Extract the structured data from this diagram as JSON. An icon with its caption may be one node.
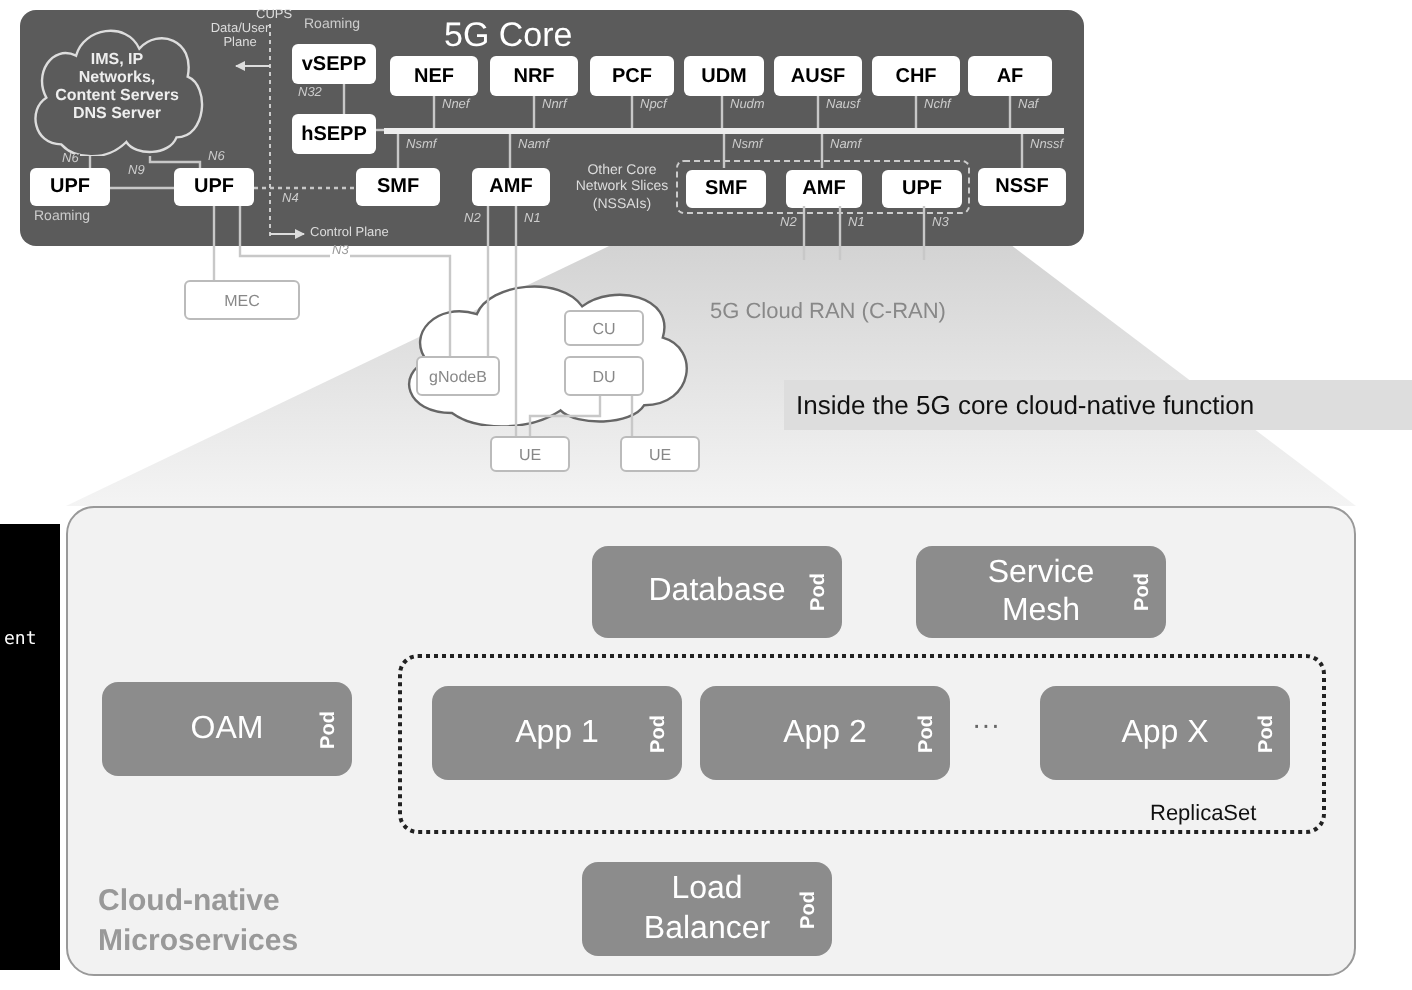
{
  "diagram": {
    "nodes": [
      {
        "text": [
          "5G Core"
        ]
      },
      {
        "text": [
          "IMS, IP Networks, Content Servers DNS Server"
        ],
        "in": 0
      },
      {
        "text": [
          "vSEPP"
        ],
        "in": 0,
        "beside": [
          "Roaming"
        ]
      },
      {
        "text": [
          "hSEPP"
        ],
        "in": 0
      },
      {
        "text": [
          "NEF"
        ],
        "in": 0
      },
      {
        "text": [
          "NRF"
        ],
        "in": 0
      },
      {
        "text": [
          "PCF"
        ],
        "in": 0
      },
      {
        "text": [
          "UDM"
        ],
        "in": 0
      },
      {
        "text": [
          "AUSF"
        ],
        "in": 0
      },
      {
        "text": [
          "CHF"
        ],
        "in": 0
      },
      {
        "text": [
          "AF"
        ],
        "in": 0
      },
      {
        "text": [
          "UPF"
        ],
        "in": 0,
        "beside": [
          "Roaming"
        ]
      },
      {
        "text": [
          "UPF"
        ],
        "in": 0
      },
      {
        "text": [
          "SMF"
        ],
        "in": 0
      },
      {
        "text": [
          "AMF"
        ],
        "in": 0
      },
      {
        "text": [
          "Other Core Network Slices (NSSAIs)"
        ],
        "in": 0
      },
      {
        "text": [
          "SMF"
        ],
        "in": 15
      },
      {
        "text": [
          "AMF"
        ],
        "in": 15
      },
      {
        "text": [
          "UPF"
        ],
        "in": 15
      },
      {
        "text": [
          "NSSF"
        ],
        "in": 0
      },
      {
        "text": [],
        "shape": "bar",
        "in": 0
      },
      {
        "text": [
          "MEC"
        ]
      },
      {
        "text": [
          "5G Cloud RAN (C-RAN)"
        ]
      },
      {
        "text": [
          "gNodeB"
        ],
        "in": 22
      },
      {
        "text": [
          "CU"
        ],
        "in": 22
      },
      {
        "text": [
          "DU"
        ],
        "in": 22
      },
      {
        "text": [
          "UE"
        ]
      },
      {
        "text": [
          "UE"
        ]
      },
      {
        "text": [
          "Inside the 5G core cloud-native function"
        ]
      },
      {
        "text": [
          "Cloud-native Microservices"
        ]
      },
      {
        "text": [
          "OAM",
          "Pod"
        ],
        "in": 29
      },
      {
        "text": [
          "Database",
          "Pod"
        ],
        "in": 29
      },
      {
        "text": [
          "Service Mesh",
          "Pod"
        ],
        "in": 29
      },
      {
        "text": [
          "ReplicaSet"
        ],
        "in": 29
      },
      {
        "text": [
          "App 1",
          "Pod"
        ],
        "in": 33
      },
      {
        "text": [
          "App 2",
          "Pod"
        ],
        "in": 33
      },
      {
        "text": [
          "App X",
          "Pod"
        ],
        "in": 33
      },
      {
        "text": [
          "Load Balancer",
          "Pod"
        ],
        "in": 29
      },
      {
        "text": [
          "ent"
        ]
      }
    ],
    "edges": [
      {
        "from": 1,
        "to": 11,
        "arrow": "none",
        "label": "N6"
      },
      {
        "from": 1,
        "to": 12,
        "arrow": "none",
        "label": "N6"
      },
      {
        "from": 11,
        "to": 12,
        "arrow": "none",
        "label": "N9"
      },
      {
        "from": 12,
        "to": 13,
        "arrow": "none",
        "label": "N4",
        "style": "dashed"
      },
      {
        "from": 2,
        "to": 3,
        "arrow": "none",
        "label": "N32"
      },
      {
        "from": 3,
        "to": 20,
        "arrow": "none"
      },
      {
        "from": 4,
        "to": 20,
        "arrow": "none",
        "label": "Nnef"
      },
      {
        "from": 5,
        "to": 20,
        "arrow": "none",
        "label": "Nnrf"
      },
      {
        "from": 6,
        "to": 20,
        "arrow": "none",
        "label": "Npcf"
      },
      {
        "from": 7,
        "to": 20,
        "arrow": "none",
        "label": "Nudm"
      },
      {
        "from": 8,
        "to": 20,
        "arrow": "none",
        "label": "Nausf"
      },
      {
        "from": 9,
        "to": 20,
        "arrow": "none",
        "label": "Nchf"
      },
      {
        "from": 10,
        "to": 20,
        "arrow": "none",
        "label": "Naf"
      },
      {
        "from": 13,
        "to": 20,
        "arrow": "none",
        "label": "Nsmf"
      },
      {
        "from": 14,
        "to": 20,
        "arrow": "none",
        "label": "Namf"
      },
      {
        "from": 16,
        "to": 20,
        "arrow": "none",
        "label": "Nsmf"
      },
      {
        "from": 17,
        "to": 20,
        "arrow": "none",
        "label": "Namf"
      },
      {
        "from": 19,
        "to": 20,
        "arrow": "none",
        "label": "Nnssf"
      },
      {
        "from": 12,
        "to": 21,
        "arrow": "none"
      },
      {
        "from": 12,
        "to": 23,
        "arrow": "none",
        "label": "N3"
      },
      {
        "from": 14,
        "to": 23,
        "arrow": "none",
        "label": "N2"
      },
      {
        "from": 14,
        "to": 26,
        "arrow": "none",
        "label": "N1"
      },
      {
        "from": 17,
        "to": null,
        "arrow": "none",
        "label": "N2"
      },
      {
        "from": 17,
        "to": null,
        "arrow": "none",
        "label": "N1"
      },
      {
        "from": 18,
        "to": null,
        "arrow": "none",
        "label": "N3"
      },
      {
        "from": 25,
        "to": 26,
        "arrow": "none"
      },
      {
        "from": 25,
        "to": 27,
        "arrow": "none"
      }
    ],
    "labels": [
      "CUPS",
      "Data/User Plane",
      "Control Plane",
      "···"
    ]
  }
}
